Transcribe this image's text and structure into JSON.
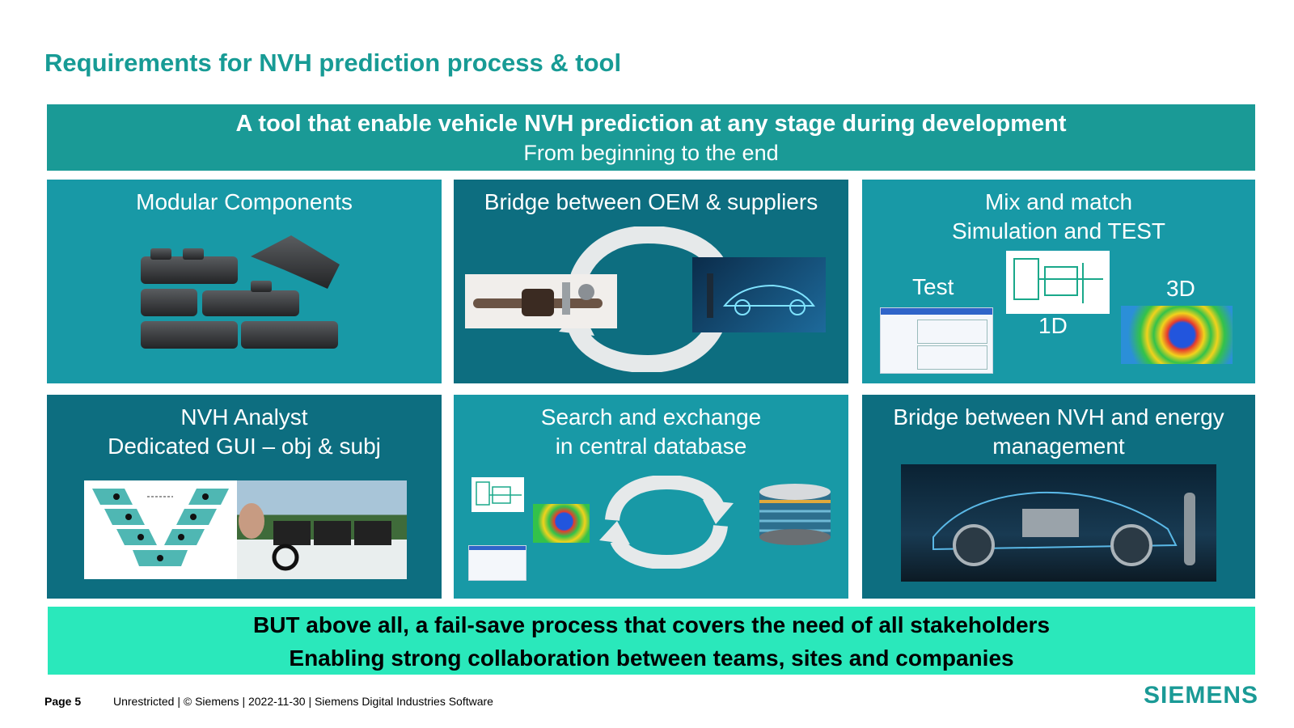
{
  "title": "Requirements for NVH prediction process & tool",
  "banner": {
    "line1": "A tool that enable vehicle NVH prediction at any stage during development",
    "line2": "From beginning to the end"
  },
  "tiles": [
    {
      "lines": [
        "Modular Components"
      ],
      "color": "#1899a6"
    },
    {
      "lines": [
        "Bridge between OEM & suppliers"
      ],
      "color": "#0d6e80"
    },
    {
      "lines": [
        "Mix and match",
        "Simulation and TEST"
      ],
      "color": "#1899a6",
      "labels": {
        "test": "Test",
        "one_d": "1D",
        "three_d": "3D"
      }
    },
    {
      "lines": [
        "NVH Analyst",
        "Dedicated GUI – obj & subj"
      ],
      "color": "#0d6e80"
    },
    {
      "lines": [
        "Search and exchange",
        "in central database"
      ],
      "color": "#1899a6"
    },
    {
      "lines": [
        "Bridge between NVH and energy",
        "management"
      ],
      "color": "#0d6e80"
    }
  ],
  "bottom": {
    "line1": "BUT above all, a fail-save process that covers the need of all stakeholders",
    "line2": "Enabling strong collaboration between teams, sites and companies"
  },
  "footer": {
    "page": "Page 5",
    "info": "Unrestricted | © Siemens | 2022-11-30 | Siemens Digital Industries Software"
  },
  "logo": "SIEMENS",
  "colors": {
    "accent": "#179b95",
    "highlight": "#2ae8bb"
  },
  "icons": [
    "building-blocks-icon",
    "cycle-arrows-icon",
    "database-cylinder-icon"
  ]
}
